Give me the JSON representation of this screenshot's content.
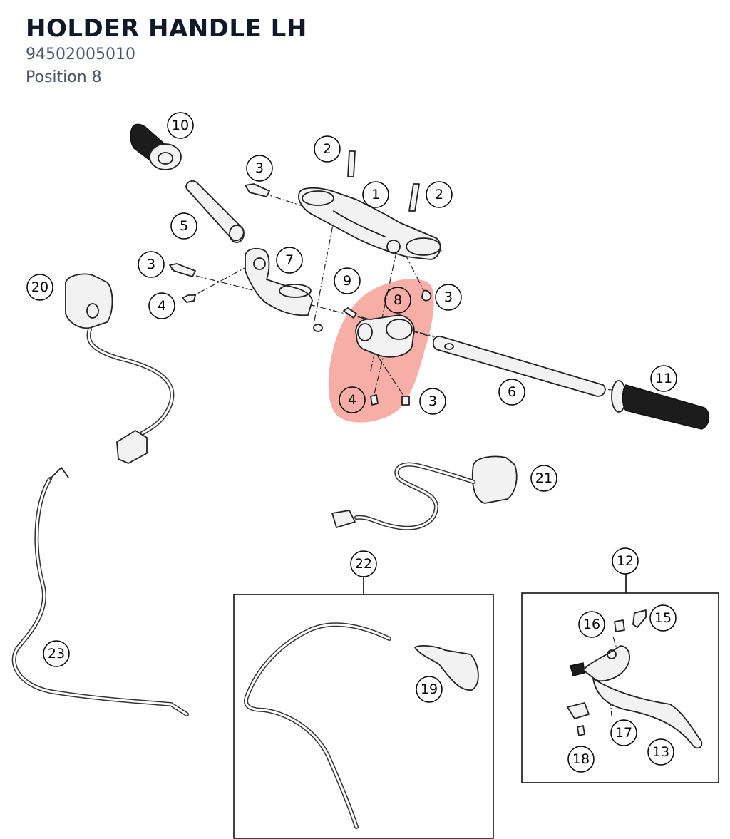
{
  "header": {
    "title": "HOLDER HANDLE LH",
    "part_number": "94502005010",
    "position": "Position 8"
  },
  "colors": {
    "highlight": "#f28b82",
    "line": "#222222"
  },
  "callouts": [
    {
      "id": "c10",
      "label": "10"
    },
    {
      "id": "c2a",
      "label": "2"
    },
    {
      "id": "c3a",
      "label": "3"
    },
    {
      "id": "c1",
      "label": "1"
    },
    {
      "id": "c2b",
      "label": "2"
    },
    {
      "id": "c5",
      "label": "5"
    },
    {
      "id": "c3b",
      "label": "3"
    },
    {
      "id": "c7",
      "label": "7"
    },
    {
      "id": "c20",
      "label": "20"
    },
    {
      "id": "c9",
      "label": "9"
    },
    {
      "id": "c8",
      "label": "8"
    },
    {
      "id": "c3c",
      "label": "3"
    },
    {
      "id": "c4a",
      "label": "4"
    },
    {
      "id": "c11",
      "label": "11"
    },
    {
      "id": "c6",
      "label": "6"
    },
    {
      "id": "c4b",
      "label": "4"
    },
    {
      "id": "c3d",
      "label": "3"
    },
    {
      "id": "c21",
      "label": "21"
    },
    {
      "id": "c22",
      "label": "22"
    },
    {
      "id": "c12",
      "label": "12"
    },
    {
      "id": "c16",
      "label": "16"
    },
    {
      "id": "c15",
      "label": "15"
    },
    {
      "id": "c23",
      "label": "23"
    },
    {
      "id": "c19",
      "label": "19"
    },
    {
      "id": "c17",
      "label": "17"
    },
    {
      "id": "c13",
      "label": "13"
    },
    {
      "id": "c18",
      "label": "18"
    }
  ]
}
